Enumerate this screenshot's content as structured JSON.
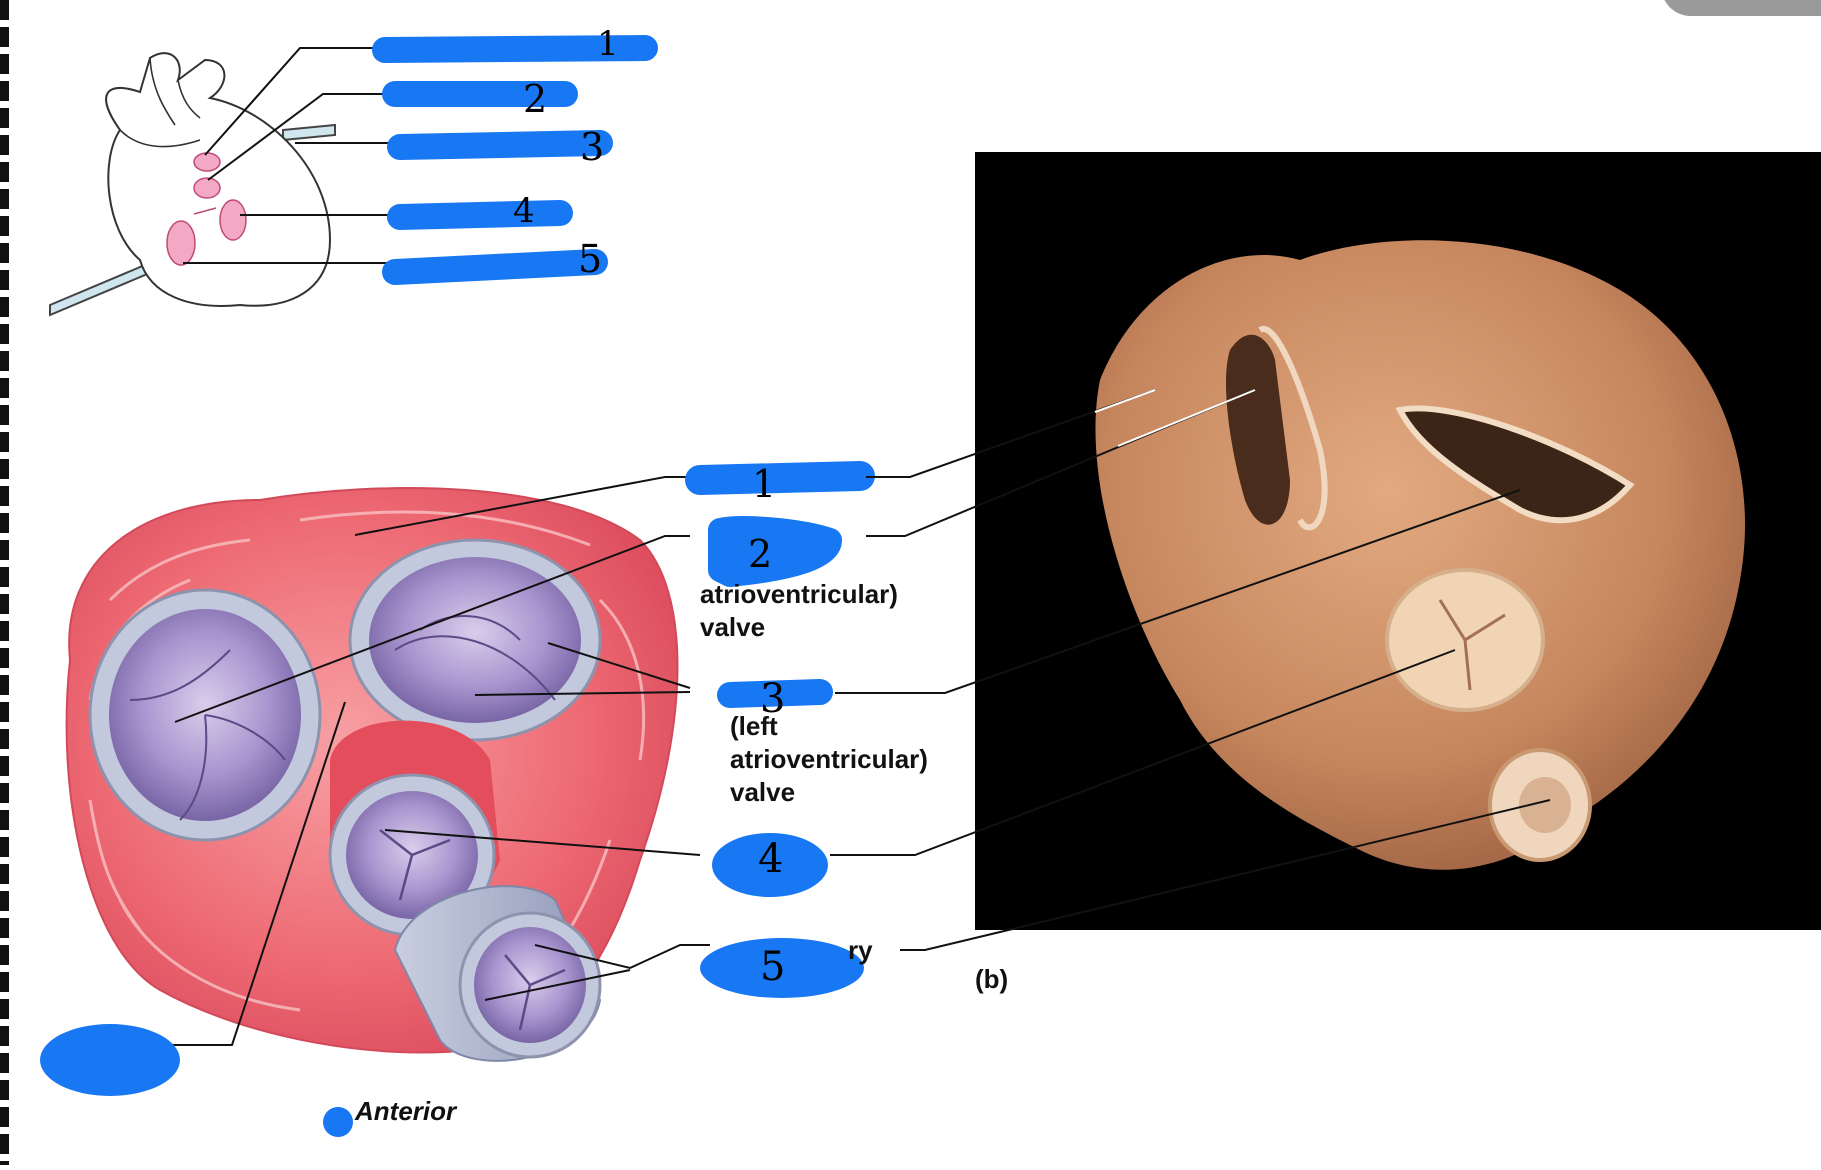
{
  "panel_a": {
    "text_tricuspid_tail": "atrioventricular)\nvalve",
    "text_mitral_tail": "(left\natrioventricular)\nvalve",
    "text_pulmonary_tail": "ry",
    "text_anterior": "Anterior",
    "handwritten": [
      "1",
      "2",
      "3",
      "4",
      "5"
    ]
  },
  "inset": {
    "handwritten": [
      "1",
      "2",
      "3",
      "4",
      "5"
    ]
  },
  "panel_b": {
    "caption": "(b)"
  },
  "colors": {
    "highlighter": "#1877f2",
    "valve_pink": "#f3a8c4",
    "myocardium": "#ef6a73",
    "valve_purple": "#9b86c4",
    "photo_background": "#000000",
    "tissue": "#c98a62"
  }
}
